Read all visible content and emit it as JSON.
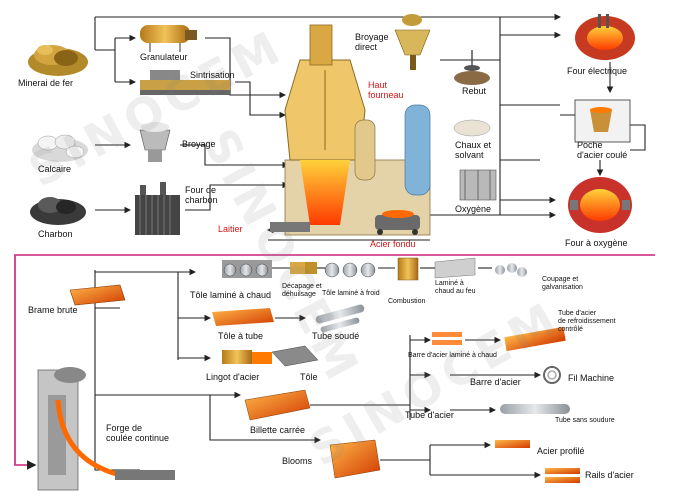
{
  "labels": {
    "minerai": "Minerai de fer",
    "granulateur": "Granulateur",
    "sintrisation": "Sintrisation",
    "broyage_direct": "Broyage\ndirect",
    "haut_fourneau": "Haut\nfourneau",
    "rebut": "Rebut",
    "four_electrique": "Four électrique",
    "calcaire": "Calcaire",
    "broyage": "Broyage",
    "chaux": "Chaux et\nsolvant",
    "poche": "Poche\nd'acier coulé",
    "four_charbon": "Four de\ncharbon",
    "oxygene": "Oxygène",
    "charbon": "Charbon",
    "laitier": "Laitier",
    "acier_fondu": "Acier fondu",
    "four_oxygene": "Four à oxygène",
    "brame": "Brame brute",
    "tole_chaud": "Tôle laminé à chaud",
    "decapage": "Décapage et\ndéhuilsage",
    "tole_froid": "Tôle laminé à froid",
    "lamine_feu": "Laminé à\nchaud au feu",
    "combustion": "Combustion",
    "coupage": "Coupage et\ngalvanisation",
    "tole_tube": "Tôle à tube",
    "tube_soude": "Tube soudé",
    "tube_refroid": "Tube d'acier\nde refroidissement\ncontrôlé",
    "lingot": "Lingot d'acier",
    "tole": "Tôle",
    "barre_lamine": "Barre d'acier laminé à chaud",
    "barre": "Barre d'acier",
    "fil": "Fil Machine",
    "forge": "Forge de\ncoulée continue",
    "billette": "Billette carrée",
    "tube_acier": "Tube d'acier",
    "tube_sans": "Tube sans soudure",
    "blooms": "Blooms",
    "profile": "Acier profilé",
    "rails": "Rails d'acier"
  },
  "watermark": "SINOCEM",
  "colors": {
    "red": "#d41616",
    "line": "#222222",
    "furnace": "#e8b04a",
    "hot": "#ff5a00",
    "magenta": "#c9207a"
  }
}
